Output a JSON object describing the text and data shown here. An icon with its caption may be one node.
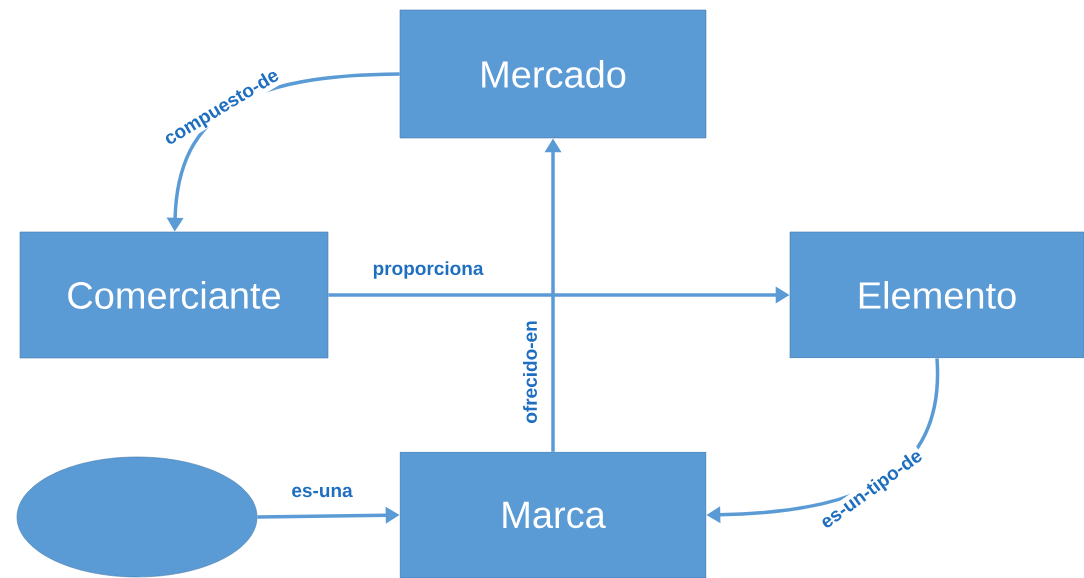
{
  "diagram": {
    "nodes": [
      {
        "text": [
          "Mercado"
        ]
      },
      {
        "text": [
          "Comerciante"
        ]
      },
      {
        "text": [
          "Elemento"
        ]
      },
      {
        "text": [
          "Marca"
        ]
      },
      {
        "text": [],
        "shape": "ellipse"
      }
    ],
    "edges": [
      {
        "from": 0,
        "to": 1,
        "arrow": "to",
        "label": "compuesto-de"
      },
      {
        "from": 1,
        "to": 2,
        "arrow": "to",
        "label": "proporciona"
      },
      {
        "from": 3,
        "to": 0,
        "arrow": "to",
        "label": "ofrecido-en"
      },
      {
        "from": 2,
        "to": 3,
        "arrow": "to",
        "label": "es-un-tipo-de"
      },
      {
        "from": 4,
        "to": 3,
        "arrow": "to",
        "label": "es-una"
      }
    ]
  }
}
